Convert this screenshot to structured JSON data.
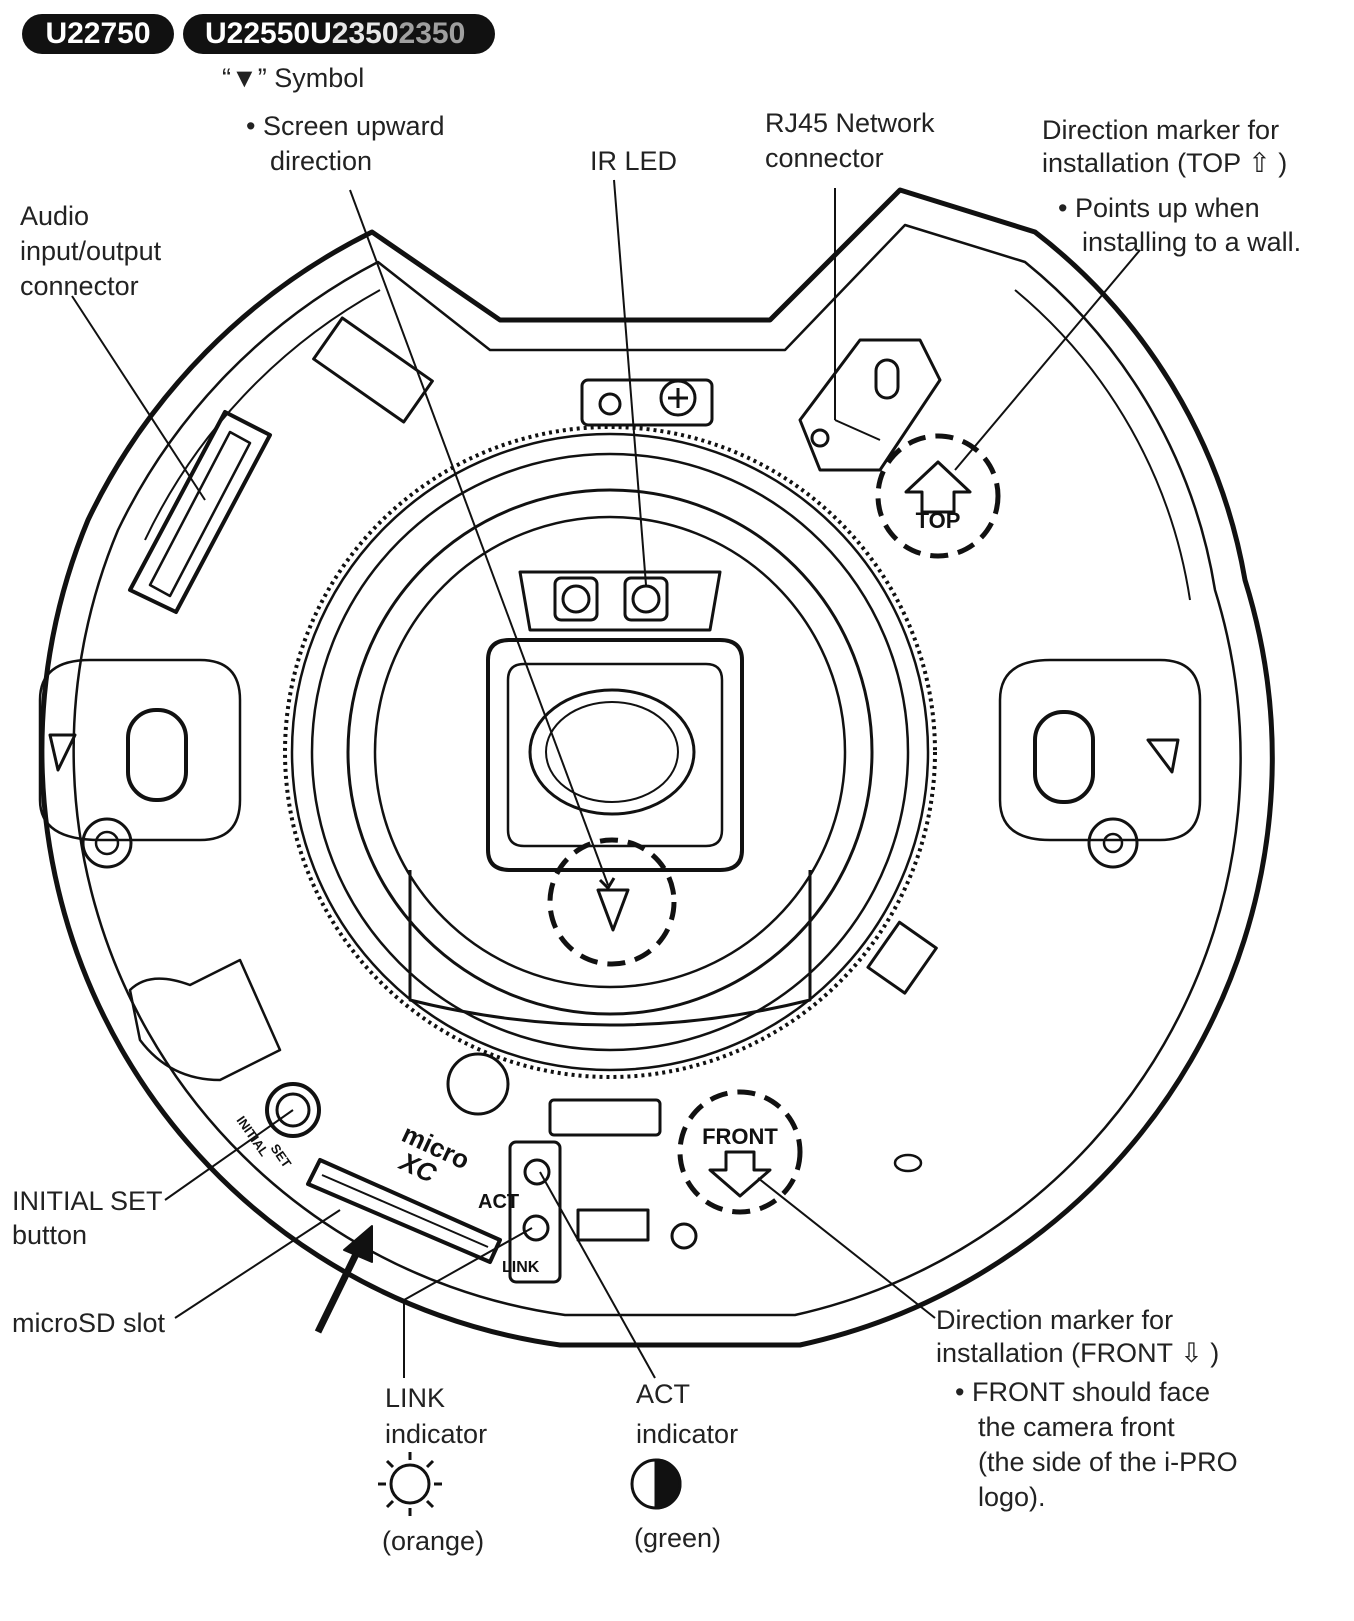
{
  "models": [
    "U22750",
    "U22550U",
    "2350",
    "2350"
  ],
  "labels": {
    "symbol_note": "“▼” Symbol",
    "screen_up_1": "Screen upward",
    "screen_up_2": "direction",
    "ir_led": "IR LED",
    "rj45_1": "RJ45 Network",
    "rj45_2": "connector",
    "dir_top_1": "Direction marker for",
    "dir_top_2": "installation (TOP ⇧ )",
    "dir_top_3": "Points up when",
    "dir_top_4": "installing to a wall.",
    "audio_1": "Audio",
    "audio_2": "input/output",
    "audio_3": "connector",
    "initial_set_1": "INITIAL SET",
    "initial_set_2": "button",
    "microsd": "microSD slot",
    "link_1": "LINK",
    "link_2": "indicator",
    "link_color": "(orange)",
    "act_1": "ACT",
    "act_2": "indicator",
    "act_color": "(green)",
    "dir_front_1": "Direction marker for",
    "dir_front_2": "installation (FRONT ⇩ )",
    "dir_front_3": "FRONT should face",
    "dir_front_4": "the camera front",
    "dir_front_5": "(the side of the i-PRO",
    "dir_front_6": "logo)."
  },
  "device_marks": {
    "top": "TOP",
    "front": "FRONT",
    "act": "ACT",
    "link": "LINK",
    "micro": "micro",
    "xc": "XC",
    "initial": "INITIAL",
    "set": "SET"
  },
  "icons": {
    "link_state": "blinking-icon",
    "act_state": "half-lit-icon"
  }
}
